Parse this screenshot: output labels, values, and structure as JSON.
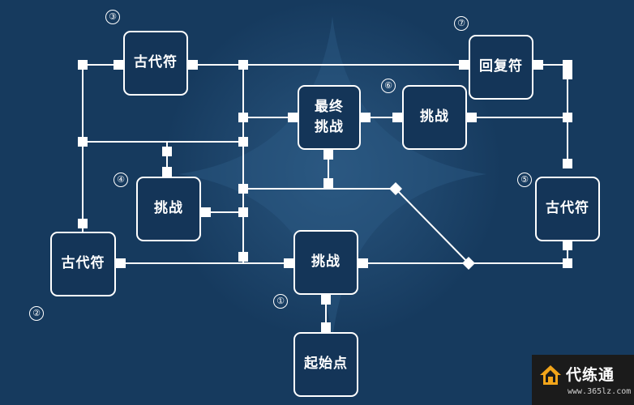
{
  "colors": {
    "background": "#163a5e",
    "node_fill": "#143558",
    "line": "#ffffff",
    "brand_bg": "#1b1b1b"
  },
  "nodes": {
    "ancient_3": {
      "text": "古代符"
    },
    "recovery_7": {
      "text": "回复符"
    },
    "final_challenge": {
      "line1": "最终",
      "line2": "挑战"
    },
    "challenge_6": {
      "text": "挑战"
    },
    "challenge_4": {
      "text": "挑战"
    },
    "ancient_5": {
      "text": "古代符"
    },
    "ancient_2": {
      "text": "古代符"
    },
    "challenge_1": {
      "text": "挑战"
    },
    "start": {
      "text": "起始点"
    }
  },
  "markers": {
    "m1": "①",
    "m2": "②",
    "m3": "③",
    "m4": "④",
    "m5": "⑤",
    "m6": "⑥",
    "m7": "⑦"
  },
  "watermark": {
    "icon": "house-icon",
    "name": "代练通",
    "url": "www.365lz.com"
  }
}
